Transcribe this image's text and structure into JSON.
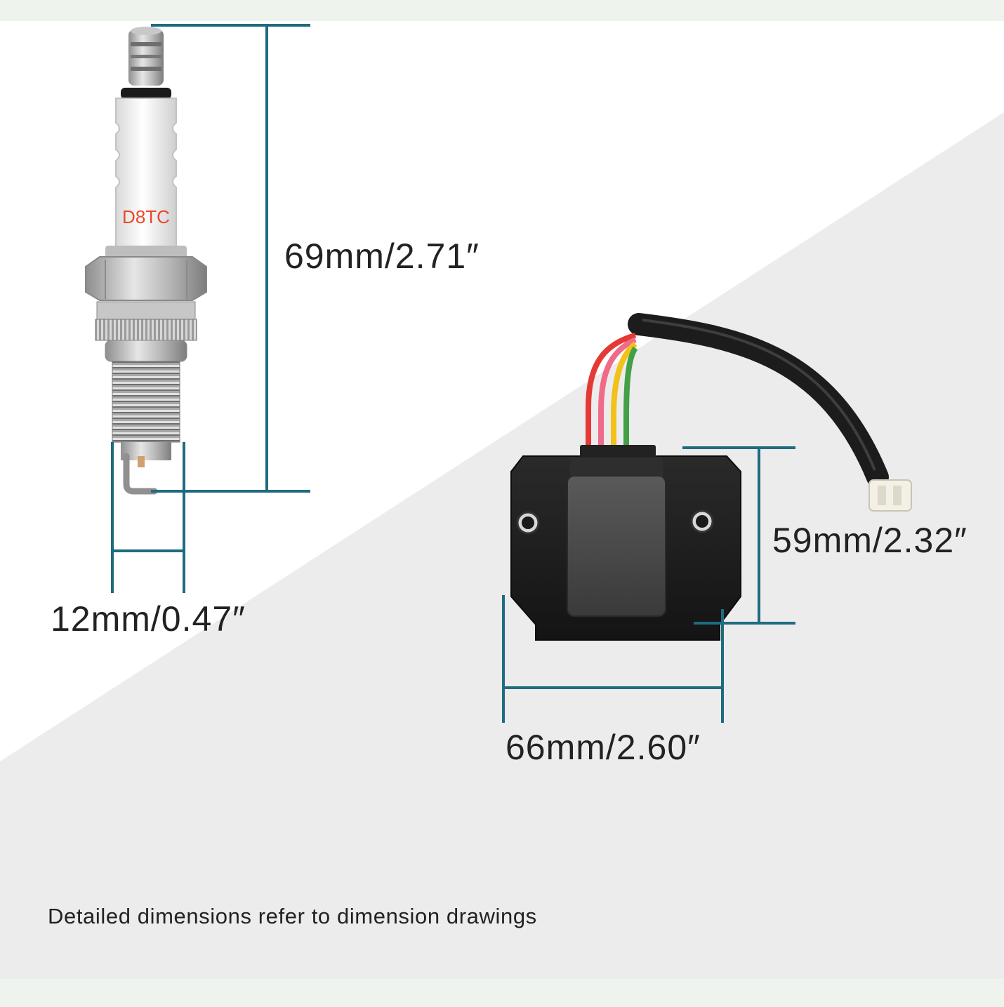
{
  "products": {
    "spark_plug": {
      "marking": "D8TC",
      "height_label": "69mm/2.71″",
      "width_label": "12mm/0.47″"
    },
    "regulator": {
      "height_label": "59mm/2.32″",
      "width_label": "66mm/2.60″"
    }
  },
  "caption": "Detailed dimensions refer to dimension drawings",
  "colors": {
    "dimension_line": "#1f6b80",
    "background_top": "#ffffff",
    "background_lower": "#ececec",
    "frame": "#eef3ee",
    "plug_marking": "#e8492b"
  }
}
